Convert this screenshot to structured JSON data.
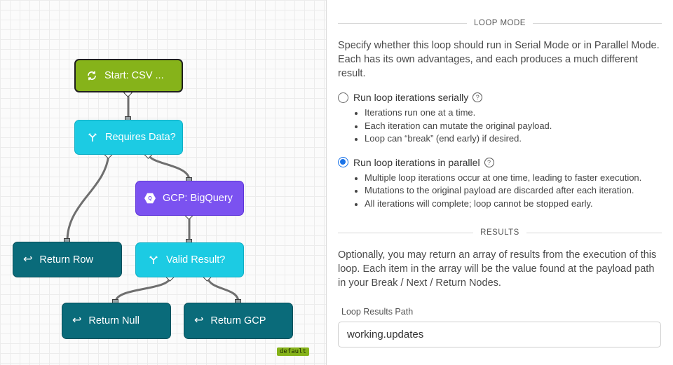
{
  "canvas": {
    "nodes": {
      "start": "Start: CSV ...",
      "requires_data": "Requires Data?",
      "gcp_bigquery": "GCP: BigQuery",
      "valid_result": "Valid Result?",
      "return_row": "Return Row",
      "return_null": "Return Null",
      "return_gcp": "Return GCP"
    },
    "badge": "default"
  },
  "panel": {
    "loop_mode": {
      "header": "LOOP MODE",
      "description": "Specify whether this loop should run in Serial Mode or in Parallel Mode. Each has its own advantages, and each produces a much different result.",
      "serial": {
        "label": "Run loop iterations serially",
        "selected": false,
        "bullets": [
          "Iterations run one at a time.",
          "Each iteration can mutate the original payload.",
          "Loop can “break” (end early) if desired."
        ]
      },
      "parallel": {
        "label": "Run loop iterations in parallel",
        "selected": true,
        "bullets": [
          "Multiple loop iterations occur at one time, leading to faster execution.",
          "Mutations to the original payload are discarded after each iteration.",
          "All iterations will complete; loop cannot be stopped early."
        ]
      },
      "help_glyph": "?"
    },
    "results": {
      "header": "RESULTS",
      "description": "Optionally, you may return an array of results from the execution of this loop. Each item in the array will be the value found at the payload path in your Break / Next / Return Nodes.",
      "field_label": "Loop Results Path",
      "field_value": "working.updates"
    }
  },
  "colors": {
    "start_node": "#86b31a",
    "conditional_node": "#1ccbe3",
    "gcp_node": "#7b52f0",
    "return_node": "#0a6b7a",
    "radio_selected": "#1a73e8"
  }
}
